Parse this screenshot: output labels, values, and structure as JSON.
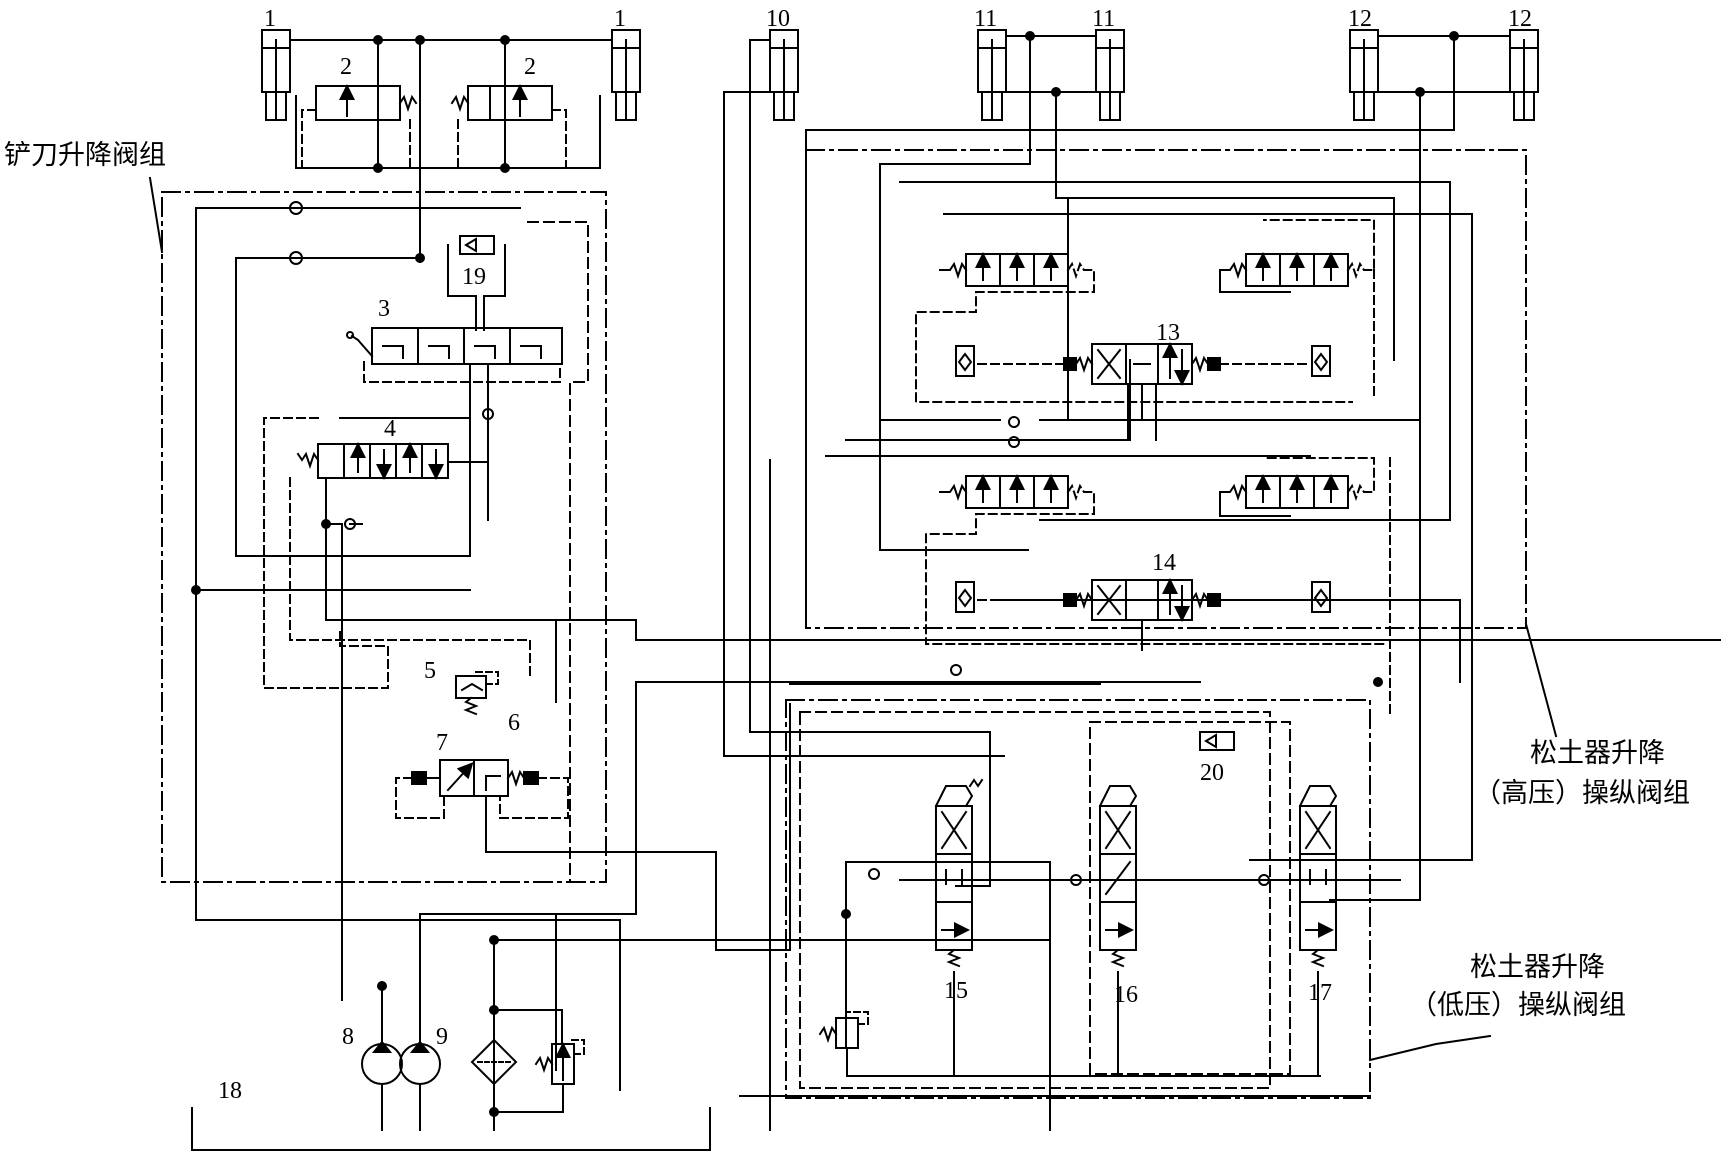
{
  "diagram": {
    "component_numbers": {
      "cyl_1_left": "1",
      "cyl_1_right": "1",
      "valve_2_left": "2",
      "valve_2_right": "2",
      "multiway_valve_3": "3",
      "valve_4": "4",
      "relief_5": "5",
      "line_6": "6",
      "valve_7": "7",
      "pump_8": "8",
      "pump_9": "9",
      "cyl_10": "10",
      "cyl_11_left": "11",
      "cyl_11_right": "11",
      "cyl_12_left": "12",
      "cyl_12_right": "12",
      "valve_13": "13",
      "valve_14": "14",
      "valve_15": "15",
      "valve_16": "16",
      "valve_17": "17",
      "tank_18": "18",
      "shuttle_19": "19",
      "shuttle_20": "20"
    },
    "group_labels": {
      "blade_lift_group": "铲刀升降阀组",
      "ripper_high_line1": "松土器升降",
      "ripper_high_line2": "（高压）操纵阀组",
      "ripper_low_line1": "松土器升降",
      "ripper_low_line2": "（低压）操纵阀组"
    }
  }
}
